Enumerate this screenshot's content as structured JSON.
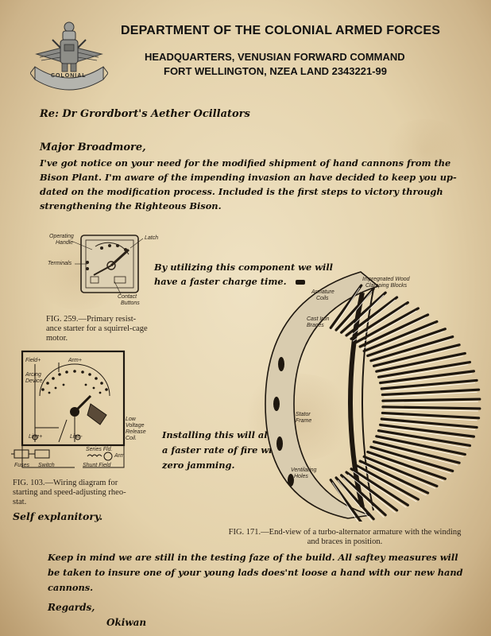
{
  "emblem": {
    "text": "COLONIAL"
  },
  "header": {
    "line1": "DEPARTMENT OF THE COLONIAL ARMED FORCES",
    "line2": "HEADQUARTERS, VENUSIAN FORWARD COMMAND",
    "line3": "FORT WELLINGTON,  NZEA LAND 2343221-99"
  },
  "letter": {
    "re": "Re: Dr Grordbort's Aether Ocillators",
    "salutation": "Major Broadmore,",
    "intro_lines": [
      "I've got notice on your need for the modified shipment of hand cannons from the",
      "Bison Plant. I'm aware of the impending invasion an have decided to keep you up-",
      "dated on the modification process. Included is the first steps to victory through",
      "strengthening the Righteous Bison."
    ],
    "note1_lines": [
      "By utilizing this component we will",
      "have a faster charge time."
    ],
    "note2_lines": [
      "Installing this will allow",
      "a faster rate of fire with",
      "zero jamming."
    ],
    "self_explanatory": "Self explanitory.",
    "closing_lines": [
      "Keep in mind we are still in the testing faze of the build. All saftey measures will",
      "be taken to insure one of your young lads does'nt loose a hand with our new hand",
      "cannons."
    ],
    "regards": "Regards,",
    "signature": "Okiwan"
  },
  "figures": {
    "fig259": {
      "caption_lines": [
        "FIG. 259.—Primary resist-",
        "ance starter for a squirrel-cage",
        "motor."
      ],
      "labels": {
        "operating": "Operating",
        "handle": "Handle",
        "terminals": "Terminals",
        "latch": "Latch",
        "contact": "Contact",
        "buttons": "Buttons"
      }
    },
    "fig103": {
      "caption_lines": [
        "FIG. 103.—Wiring diagram for",
        "starting and speed-adjusting rheo-",
        "stat."
      ],
      "labels": {
        "field": "Field+",
        "arm": "Arm+",
        "arcing": "Arcing",
        "device": "Device",
        "low": "Low",
        "voltage": "Voltage",
        "release": "Release",
        "coil": "Coil.",
        "line_left": "Line+",
        "line_mid": "Line-",
        "series_fld": "Series Fld.",
        "shunt_field": "Shunt Field",
        "fuses": "Fuses",
        "switch": "Switch",
        "arm_small": "Arm"
      }
    },
    "fig171": {
      "caption_lines": [
        "FIG. 171.—End-view of a turbo-alternator armature with the winding",
        "and braces in position."
      ],
      "labels": {
        "impregnated": "Impregnated Wood",
        "clamping": "Clamping Blocks",
        "armature": "Armature",
        "coils": "Coils",
        "cast_iron": "Cast Iron",
        "braces": "Braces",
        "stator": "Stator",
        "frame": "Frame",
        "ventilating": "Ventilating",
        "holes": "Holes"
      }
    }
  }
}
